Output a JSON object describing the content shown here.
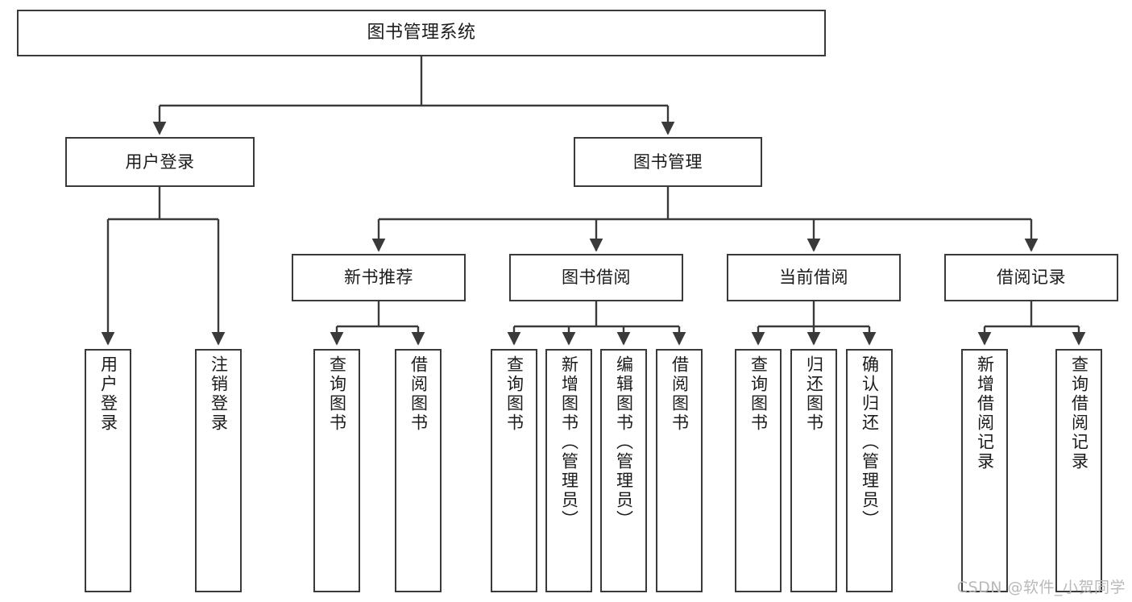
{
  "diagram": {
    "title": "图书管理系统",
    "type": "功能结构图",
    "watermark": "CSDN @软件_小贺同学",
    "colors": {
      "box_border": "#3a3a3a",
      "box_fill": "#ffffff",
      "connector": "#3a3a3a",
      "text": "#1b1b1b",
      "watermark": "#b9b9b9",
      "background": "#ffffff"
    },
    "root": {
      "label": "图书管理系统"
    },
    "level2": [
      {
        "id": "user-login",
        "label": "用户登录"
      },
      {
        "id": "book-management",
        "label": "图书管理"
      }
    ],
    "level3": [
      {
        "id": "new-book-recommend",
        "label": "新书推荐"
      },
      {
        "id": "book-borrow",
        "label": "图书借阅"
      },
      {
        "id": "current-borrow",
        "label": "当前借阅"
      },
      {
        "id": "borrow-record",
        "label": "借阅记录"
      }
    ],
    "leaves": {
      "user_login": [
        {
          "id": "leaf-user-login",
          "label": "用户登录"
        },
        {
          "id": "leaf-logout-login",
          "label": "注销登录"
        }
      ],
      "new_book_recommend": [
        {
          "id": "leaf-query-book-1",
          "label": "查询图书"
        },
        {
          "id": "leaf-borrow-book-1",
          "label": "借阅图书"
        }
      ],
      "book_borrow": [
        {
          "id": "leaf-query-book-2",
          "label": "查询图书"
        },
        {
          "id": "leaf-add-book",
          "label": "新增图书（管理员）"
        },
        {
          "id": "leaf-edit-book",
          "label": "编辑图书（管理员）"
        },
        {
          "id": "leaf-borrow-book-2",
          "label": "借阅图书"
        }
      ],
      "current_borrow": [
        {
          "id": "leaf-query-book-3",
          "label": "查询图书"
        },
        {
          "id": "leaf-return-book",
          "label": "归还图书"
        },
        {
          "id": "leaf-confirm-return",
          "label": "确认归还（管理员）"
        }
      ],
      "borrow_record": [
        {
          "id": "leaf-add-record",
          "label": "新增借阅记录"
        },
        {
          "id": "leaf-query-record",
          "label": "查询借阅记录"
        }
      ]
    }
  }
}
